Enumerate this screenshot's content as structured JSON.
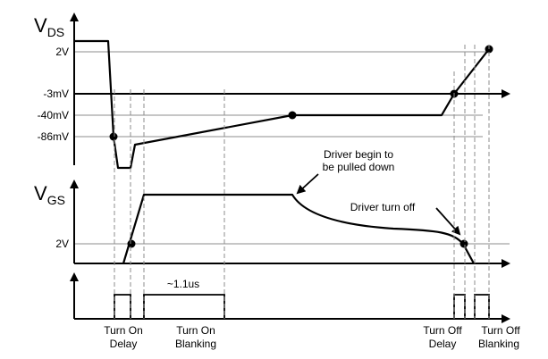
{
  "vds": {
    "symbol": "V",
    "subscript": "DS"
  },
  "vgs": {
    "symbol": "V",
    "subscript": "GS"
  },
  "vds_levels": [
    "2V",
    "-3mV",
    "-40mV",
    "-86mV"
  ],
  "vgs_level": "2V",
  "annotations": {
    "driver_pull_1": "Driver begin to",
    "driver_pull_2": "be pulled down",
    "driver_off": "Driver turn off",
    "pulse_width": "~1.1us"
  },
  "phases": {
    "turn_on": "Turn On",
    "delay": "Delay",
    "blanking": "Blanking",
    "turn_off": "Turn Off"
  }
}
